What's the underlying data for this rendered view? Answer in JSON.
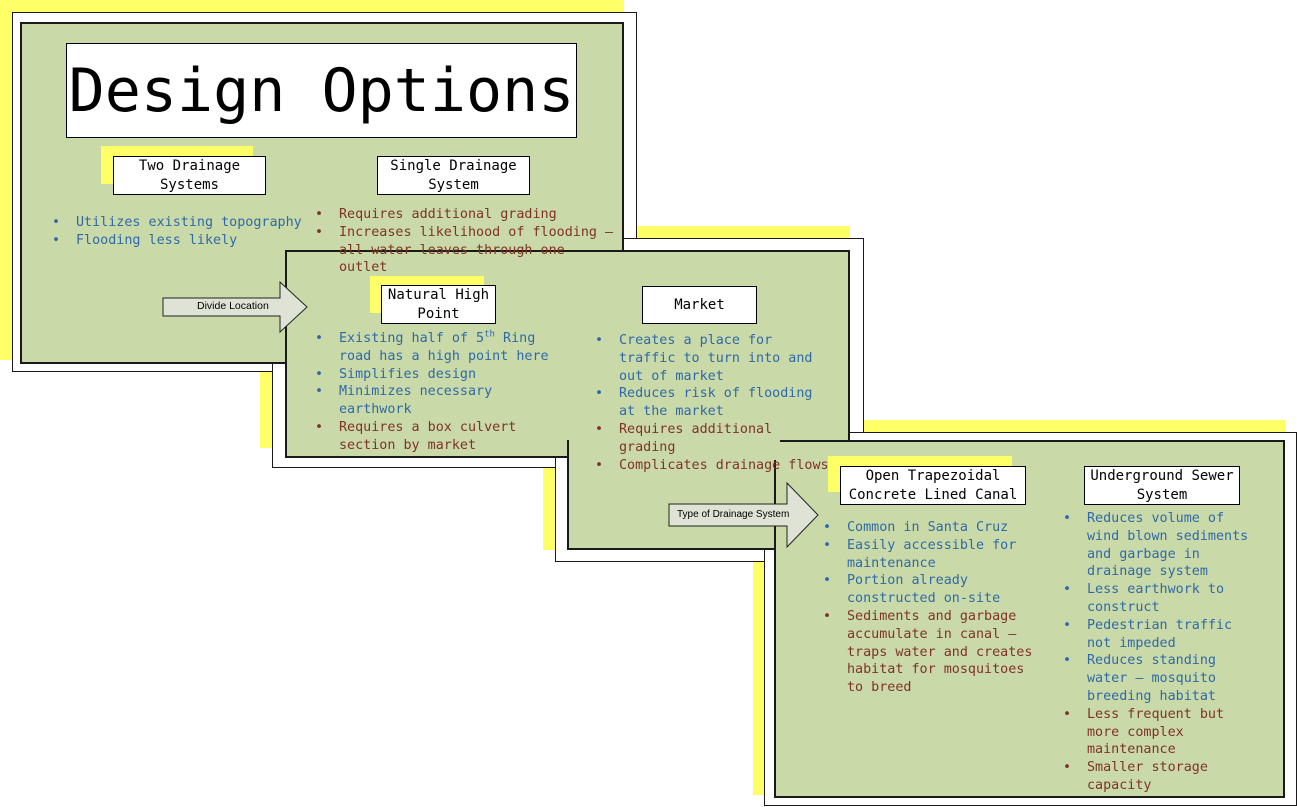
{
  "title": "Design Options",
  "section1": {
    "option_a": {
      "label_line1": "Two Drainage",
      "label_line2": "Systems",
      "items": [
        {
          "text": "Utilizes existing topography"
        },
        {
          "text": "Flooding less likely"
        }
      ]
    },
    "option_b": {
      "label_line1": "Single Drainage",
      "label_line2": "System",
      "items": [
        {
          "text": "Requires additional grading"
        },
        {
          "text": "Increases likelihood of flooding – all water leaves through one outlet"
        }
      ]
    }
  },
  "arrow1": {
    "label": "Divide Location"
  },
  "section2": {
    "option_a": {
      "label_line1": "Natural High",
      "label_line2": "Point",
      "first_item_part1": "Existing half of 5",
      "first_item_sup": "th",
      "first_item_part2": " Ring road has a high point here",
      "items": [
        {
          "text": "Simplifies design"
        },
        {
          "text": "Minimizes necessary earthwork"
        },
        {
          "text": "Requires a box culvert section by market"
        }
      ]
    },
    "option_b": {
      "label": "Market",
      "items": [
        {
          "text": "Creates a place for traffic to turn into and out of market"
        },
        {
          "text": "Reduces risk of flooding at the market"
        },
        {
          "text": "Requires additional grading"
        },
        {
          "text": "Complicates drainage flows"
        }
      ]
    }
  },
  "arrow2": {
    "label": "Type of Drainage System"
  },
  "section3": {
    "option_a": {
      "label_line1": "Open Trapezoidal",
      "label_line2": "Concrete Lined Canal",
      "items": [
        {
          "text": "Common in Santa Cruz"
        },
        {
          "text": "Easily accessible for maintenance"
        },
        {
          "text": "Portion already constructed on-site"
        },
        {
          "text": "Sediments and garbage accumulate in canal – traps water and creates habitat for mosquitoes to breed"
        }
      ]
    },
    "option_b": {
      "label_line1": "Underground Sewer",
      "label_line2": "System",
      "items": [
        {
          "text": "Reduces volume of wind blown sediments and garbage in drainage system"
        },
        {
          "text": "Less earthwork to construct"
        },
        {
          "text": "Pedestrian traffic not impeded"
        },
        {
          "text": "Reduces standing water – mosquito breeding habitat"
        },
        {
          "text": "Less frequent but more complex maintenance"
        },
        {
          "text": "Smaller storage capacity"
        }
      ]
    }
  },
  "colors": {
    "panel": "#cad9a8",
    "highlight": "#ffff66",
    "pro_text": "#2e6aa8",
    "con_text": "#7f3327"
  }
}
